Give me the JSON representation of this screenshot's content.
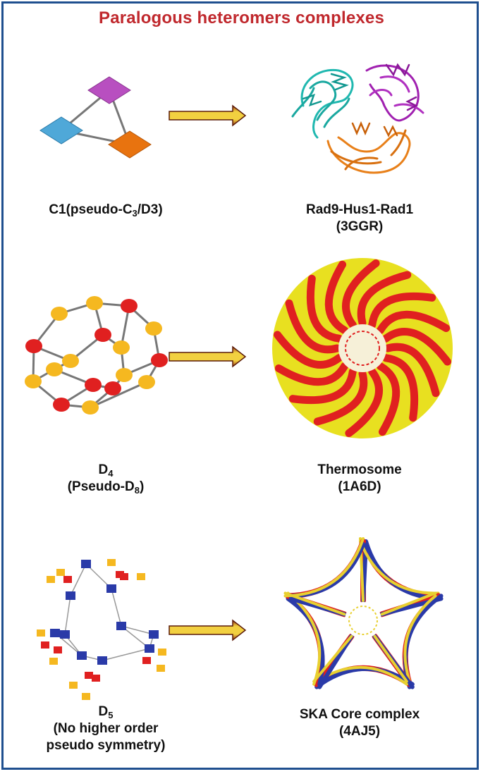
{
  "title": "Paralogous heteromers complexes",
  "rows": [
    {
      "left_label": {
        "pre": "C1(pseudo-C",
        "sub1": "3",
        "post": "/D3)"
      },
      "right_label": {
        "line1": "Rad9-Hus1-Rad1",
        "line2": "(3GGR)"
      }
    },
    {
      "left_label": {
        "line1_pre": "D",
        "line1_sub": "4",
        "line2_pre": "(Pseudo-D",
        "line2_sub": "8",
        "line2_post": ")"
      },
      "right_label": {
        "line1": "Thermosome",
        "line2": "(1A6D)"
      }
    },
    {
      "left_label": {
        "line1_pre": "D",
        "line1_sub": "5",
        "line2": "(No higher order",
        "line3": "pseudo symmetry)"
      },
      "right_label": {
        "line1": "SKA Core complex",
        "line2": "(4AJ5)"
      }
    }
  ],
  "colors": {
    "title": "#c0282d",
    "frame": "#1f4f8f",
    "magenta": "#b84fc0",
    "blue": "#4fa8d8",
    "orange": "#e8730f",
    "red": "#e02020",
    "yellow": "#f5b820",
    "navy": "#2a3aa8",
    "arrow_fill": "#e8c020",
    "arrow_edge": "#7a2a10"
  }
}
